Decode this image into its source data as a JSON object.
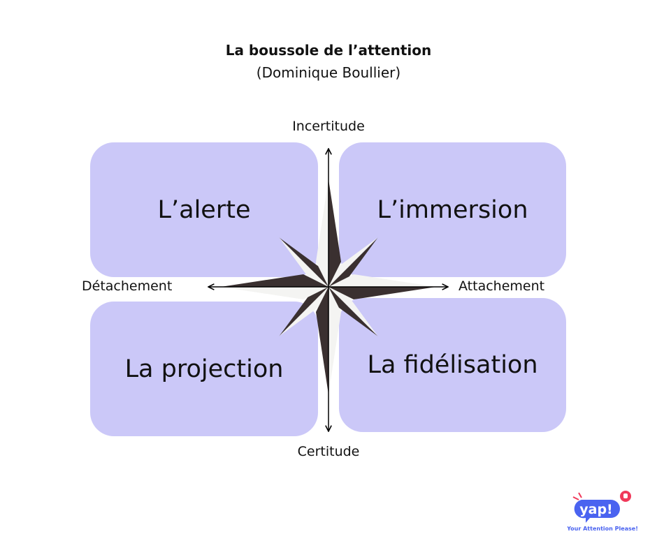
{
  "title": "La boussole de l’attention",
  "subtitle": "(Dominique Boullier)",
  "axes": {
    "top": "Incertitude",
    "bottom": "Certitude",
    "left": "Détachement",
    "right": "Attachement"
  },
  "quadrants": {
    "top_left": "L’alerte",
    "top_right": "L’immersion",
    "bottom_left": "La projection",
    "bottom_right": "La fidélisation"
  },
  "logo": {
    "name": "yap!",
    "tagline": "Your Attention Please!"
  },
  "colors": {
    "quadrant": "#cbc8f8",
    "star_dark": "#3a3030",
    "star_light": "#f4f4f2",
    "logo_blue": "#4a63f0",
    "logo_red": "#f0395a"
  }
}
